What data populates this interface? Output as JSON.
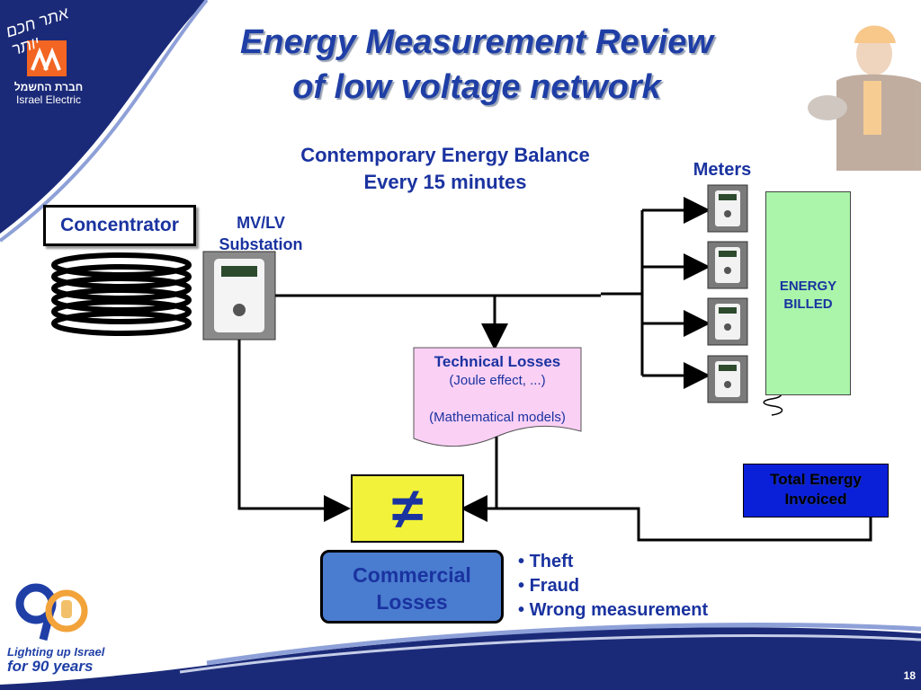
{
  "title": {
    "line1": "Energy Measurement Review",
    "line2": "of low voltage network"
  },
  "subtitle": {
    "line1": "Contemporary Energy Balance",
    "line2": "Every 15 minutes"
  },
  "logo": {
    "script": "אתר חכם יותר",
    "hebrew": "חברת החשמל",
    "english": "Israel Electric"
  },
  "anniversary": {
    "line1": "Lighting up Israel",
    "line2": "for 90 years"
  },
  "nodes": {
    "concentrator": "Concentrator",
    "substation_line1": "MV/LV",
    "substation_line2": "Substation",
    "meters": "Meters",
    "energy_billed_line1": "ENERGY",
    "energy_billed_line2": "BILLED",
    "technical_losses": "Technical Losses",
    "technical_note1": "(Joule effect, ...)",
    "technical_note2": "(Mathematical models)",
    "total_invoiced_line1": "Total Energy",
    "total_invoiced_line2": "Invoiced",
    "not_equal_symbol": "≠",
    "commercial_line1": "Commercial",
    "commercial_line2": "Losses"
  },
  "bullets": [
    "Theft",
    "Fraud",
    "Wrong measurement"
  ],
  "page_number": "18",
  "colors": {
    "title_blue": "#1f3fa6",
    "text_blue": "#1a33a0",
    "banner_navy": "#1b2a78",
    "energy_billed_green": "#aaf5aa",
    "technical_pink": "#fbd0f5",
    "neq_yellow": "#f2f23a",
    "commercial_blue": "#4a7cd0",
    "invoiced_blue": "#0a1fd8",
    "logo_orange": "#f26522"
  }
}
